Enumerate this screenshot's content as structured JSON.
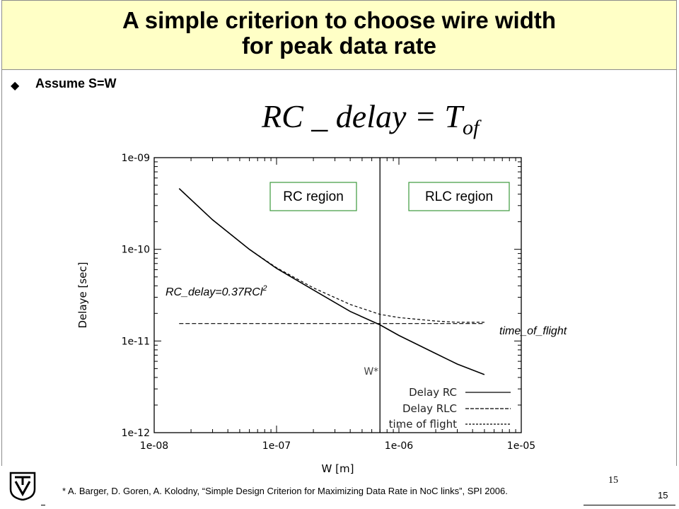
{
  "slide": {
    "title_line1": "A simple criterion to choose wire width",
    "title_line2": "for peak data rate",
    "bullet_symbol": "◆",
    "bullet_text": "Assume S=W",
    "equation_main": "RC _ delay = T",
    "equation_sub": "of",
    "footnote": "* A. Barger, D. Goren, A. Kolodny, “Simple Design Criterion for Maximizing Data Rate in NoC links”, SPI 2006.",
    "page_number_serif": "15",
    "page_number": "15",
    "colors": {
      "title_bg": "#ffffc6",
      "region_box_border": "#3c9a3c",
      "frame": "#8c8c8c"
    }
  },
  "chart_data": {
    "type": "line",
    "x_scale": "log",
    "y_scale": "log",
    "xlabel": "W [m]",
    "ylabel": "Delaye [sec]",
    "xlim": [
      1e-08,
      1e-05
    ],
    "ylim": [
      1e-12,
      1e-09
    ],
    "x_ticks": [
      1e-08,
      1e-07,
      1e-06,
      1e-05
    ],
    "x_tick_labels": [
      "1e-08",
      "1e-07",
      "1e-06",
      "1e-05"
    ],
    "y_ticks": [
      1e-12,
      1e-11,
      1e-10,
      1e-09
    ],
    "y_tick_labels": [
      "1e-12",
      "1e-11",
      "1e-10",
      "1e-09"
    ],
    "grid": false,
    "legend_position": "bottom-right",
    "series": [
      {
        "name": "Delay RC",
        "style": "solid",
        "x": [
          1.6e-08,
          3e-08,
          6e-08,
          1e-07,
          2e-07,
          4e-07,
          7e-07,
          1e-06,
          2e-06,
          3e-06,
          5e-06
        ],
        "y": [
          4.6e-10,
          2.1e-10,
          1e-10,
          6.2e-11,
          3.6e-11,
          2.1e-11,
          1.5e-11,
          1.15e-11,
          7.3e-12,
          5.6e-12,
          4.3e-12
        ]
      },
      {
        "name": "Delay RLC",
        "style": "dashed",
        "x": [
          1.6e-08,
          3e-08,
          6e-08,
          1e-07,
          2e-07,
          4e-07,
          7e-07,
          1e-06,
          2e-06,
          3e-06,
          5e-06
        ],
        "y": [
          4.6e-10,
          2.1e-10,
          1e-10,
          6.3e-11,
          3.8e-11,
          2.5e-11,
          1.95e-11,
          1.8e-11,
          1.65e-11,
          1.6e-11,
          1.6e-11
        ]
      },
      {
        "name": "time of flight",
        "style": "dashed",
        "x": [
          1.6e-08,
          5e-06
        ],
        "y": [
          1.55e-11,
          1.55e-11
        ]
      }
    ],
    "vertical_marker": {
      "x": 7e-07,
      "label": "W*"
    },
    "annotations": {
      "rc_region": "RC region",
      "rlc_region": "RLC region",
      "rc_delay_text": "RC_delay=0.37RCl",
      "rc_delay_sup": "2",
      "time_of_flight": "time_of_flight"
    }
  }
}
